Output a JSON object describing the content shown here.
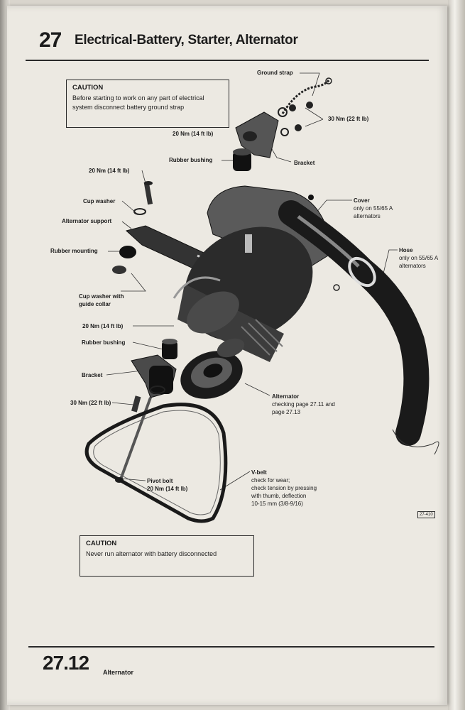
{
  "header": {
    "chapter_number": "27",
    "chapter_title": "Electrical-Battery, Starter, Alternator"
  },
  "caution_top": {
    "heading": "CAUTION",
    "text": "Before starting to work on any part of electrical system disconnect battery ground strap"
  },
  "caution_bottom": {
    "heading": "CAUTION",
    "text": "Never run alternator with battery disconnected"
  },
  "labels": {
    "ground_strap": "Ground strap",
    "torque_30_top": "30 Nm (22 ft lb)",
    "torque_20_bracket_top": "20 Nm (14 ft lb)",
    "bracket_top": "Bracket",
    "rubber_bushing_top": "Rubber bushing",
    "torque_20_left": "20 Nm (14 ft lb)",
    "cup_washer": "Cup washer",
    "alternator_support": "Alternator support",
    "rubber_mounting": "Rubber mounting",
    "cup_washer_guide_l1": "Cup washer with",
    "cup_washer_guide_l2": "guide collar",
    "torque_20_mid": "20 Nm (14 ft lb)",
    "rubber_bushing_low": "Rubber bushing",
    "bracket_low": "Bracket",
    "torque_30_low": "30 Nm (22 ft lb)",
    "pivot_bolt": "Pivot bolt",
    "pivot_bolt_torque": "20 Nm (14 ft lb)",
    "cover": "Cover",
    "cover_note_l1": "only on 55/65 A",
    "cover_note_l2": "alternators",
    "hose": "Hose",
    "hose_note_l1": "only on 55/65 A",
    "hose_note_l2": "alternators",
    "alternator": "Alternator",
    "alternator_note_l1": "checking page 27.11 and",
    "alternator_note_l2": "page 27.13",
    "vbelt": "V-belt",
    "vbelt_l1": "check for wear;",
    "vbelt_l2": "check tension by pressing",
    "vbelt_l3": "with thumb, deflection",
    "vbelt_l4": "10-15 mm (3/8-9/16)",
    "figure_number": "27-410"
  },
  "footer": {
    "page_number": "27.12",
    "section": "Alternator"
  }
}
